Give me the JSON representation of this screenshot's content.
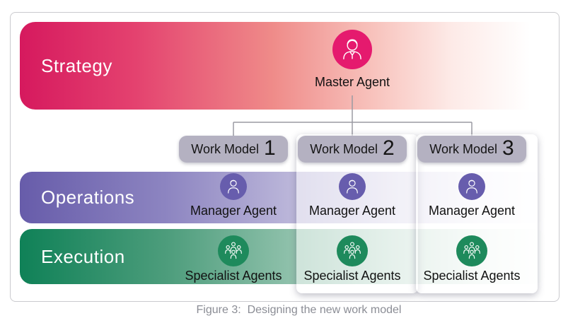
{
  "caption": "Figure 3:  Designing the new work model",
  "bands": [
    {
      "label": "Strategy"
    },
    {
      "label": "Operations"
    },
    {
      "label": "Execution"
    }
  ],
  "master_agent": {
    "label": "Master Agent"
  },
  "work_models": [
    {
      "label": "Work Model",
      "number": "1"
    },
    {
      "label": "Work Model",
      "number": "2"
    },
    {
      "label": "Work Model",
      "number": "3"
    }
  ],
  "columns": [
    {
      "manager": "Manager Agent",
      "specialists": "Specialist Agents"
    },
    {
      "manager": "Manager Agent",
      "specialists": "Specialist Agents"
    },
    {
      "manager": "Manager Agent",
      "specialists": "Specialist Agents"
    }
  ],
  "icons": {
    "master": "master-agent-person-icon",
    "manager": "manager-agent-person-icon",
    "specialists": "specialist-agents-group-icon"
  },
  "colors": {
    "strategy_gradient_start": "#d6195e",
    "operations_gradient_start": "#675caa",
    "execution_gradient_start": "#0f8157",
    "master_circle": "#e51a6e",
    "manager_circle": "#675dad",
    "specialist_circle": "#1e8a5c",
    "work_model_box": "#b4b1c1",
    "connector_line": "#9a9aa2",
    "frame_border": "#cacace",
    "caption_text": "#8b8d95"
  }
}
